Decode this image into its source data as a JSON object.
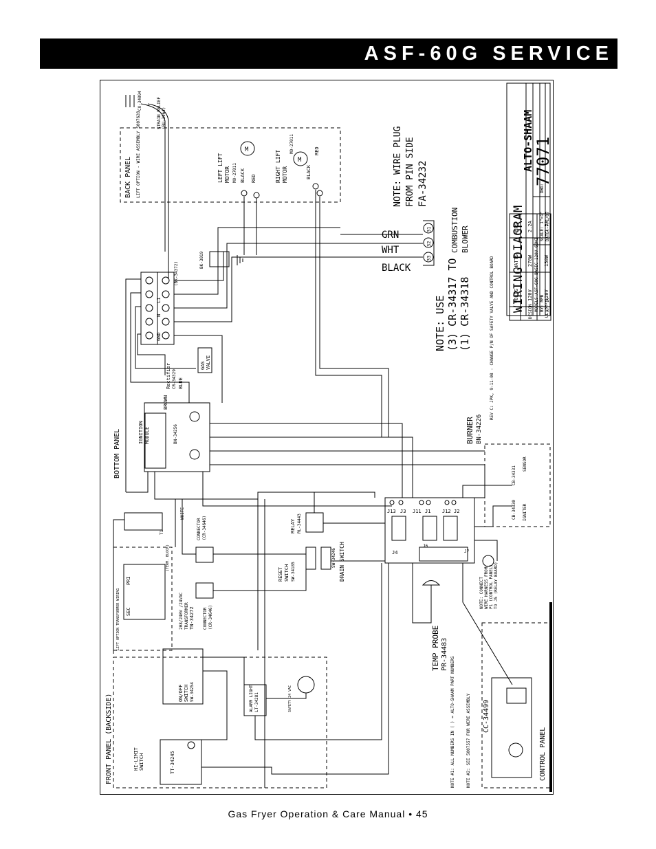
{
  "header": {
    "title": "ASF-60G SERVICE"
  },
  "footer": {
    "text": "Gas Fryer Operation & Care Manual • 45"
  },
  "diagram": {
    "title": "WIRING DIAGRAM",
    "drawing_number": "77071",
    "brand": "ALTO-SHAAM",
    "model": "MODELS:ASF-60G BASIC 120V 60HZ",
    "scale": "SCALE: 1\"=1\"",
    "by": "BY: MPB",
    "date": "DATE: 7/1/07",
    "appd": "APP'D:",
    "dwg": "DWG:",
    "notes": {
      "wire_plug_1": "NOTE: WIRE PLUG",
      "wire_plug_2": "FROM PIN SIDE",
      "fa": "FA-34232",
      "use_1": "NOTE: USE",
      "use_2": "(3) CR-34317 TO",
      "use_3": "(1) CR-34318",
      "combustion": "COMBUSTION",
      "blower": "BLOWER",
      "rev": "REV C: JPK, 9-11-08 - CHANGE P/N OF SAFETY VALVE AND CONTROL BOARD",
      "note1": "NOTE #1: ALL NUMBERS IN ( ) = ALTO-SHAAM PART NUMBERS",
      "note2": "NOTE #2: SEE 5007557 FOR WIRE ASSEMBLY",
      "connect_1": "NOTE: CONNECT",
      "connect_2": "WIRE HARNESS FROM",
      "connect_3": "P1 (CONTROL PANEL)",
      "connect_4": "TO J5 (RELAY BOARD)"
    },
    "table": {
      "headers": [
        "VOLTS",
        "WATTS",
        "AMPS"
      ],
      "rows": [
        {
          "label": "DESIGN",
          "volts": "120V",
          "watts": "270W",
          "amps": "2.2A"
        },
        {
          "label": "UL",
          "volts": "120V",
          "watts": "150W",
          "amps": "1.2A"
        }
      ]
    },
    "wires": {
      "grn": "GRN",
      "wht": "WHT",
      "black": "BLACK",
      "pins": [
        "31",
        "32",
        "33"
      ]
    },
    "labels": {
      "back_panel": "BACK PANEL",
      "lift_option": "LIFT OPTION - WIRE ASSEMBLY 5007628",
      "strain_relief": "STRAIN RELIEF",
      "strain_relief_pn": "(BU-3964)",
      "cord": "CO-34094",
      "left_motor_1": "LEFT LIFT",
      "left_motor_2": "MOTOR",
      "left_motor_3": "MO-27011",
      "right_motor_1": "RIGHT LIFT",
      "right_motor_2": "MOTOR",
      "right_motor_3": "MO-27011",
      "black": "BLACK",
      "red": "RED",
      "bk3019": "BK-3019",
      "terminal_pn": "(BK-34372)",
      "gnd": "GND",
      "n": "N",
      "l1": "L1",
      "rectifier": "Rectifier",
      "rectifier_pn": "CR-34329",
      "gas_valve_1": "GAS",
      "gas_valve_2": "VALVE",
      "blue": "BLUE",
      "brown": "BROWN",
      "bottom_panel": "BOTTOM PANEL",
      "ignition_1": "IGNITION",
      "ignition_2": "MODULE",
      "ignition_pn": "BN-34256",
      "burner": "BURNER",
      "burner_pn": "BN-34226",
      "sensor": "SENSOR",
      "igniter": "IGNITER",
      "cb34331": "CB-34331",
      "cb34330": "CB-34330",
      "relay_1": "RELAY",
      "relay_pn": "RL-34443",
      "reset_1": "RESET",
      "reset_2": "SWITCH",
      "reset_pn": "SW-34185",
      "drain": "DRAIN SWITCH",
      "drain_pn": "SW-34246",
      "connector": "CONNECTOR",
      "connector_pn": "(CR-34646)",
      "transformer_1": "208/240V /24VAC",
      "transformer_2": "TRANSFORMER",
      "transformer_pn": "TN-34272",
      "lift_wiring": "LIFT OPTION TRANSFORMER WIRING",
      "term_block": "(TERM. BLOCK)",
      "pri": "PRI",
      "sec": "SEC",
      "temp_probe": "TEMP PROBE",
      "temp_pn": "PR-34483",
      "control_board": "CC-34499",
      "control_panel": "CONTROL PANEL",
      "front_panel": "FRONT PANEL (BACKSIDE)",
      "onoff_1": "ON/OFF",
      "onoff_2": "SWITCH",
      "onoff_pn": "SW-34254",
      "alarm_1": "ALARM LIGHT",
      "alarm_pn": "LT-34281",
      "hilimit_1": "HI-LIMIT",
      "hilimit_2": "SWITCH",
      "hilimit_pn": "TT-34245",
      "safety": "SAFETY 24 VAC",
      "j_labels": [
        "J13",
        "J3",
        "J11",
        "J1",
        "J12",
        "J2",
        "J4",
        "J6",
        "J7"
      ],
      "t1": "T1",
      "white": "WHITE"
    }
  }
}
